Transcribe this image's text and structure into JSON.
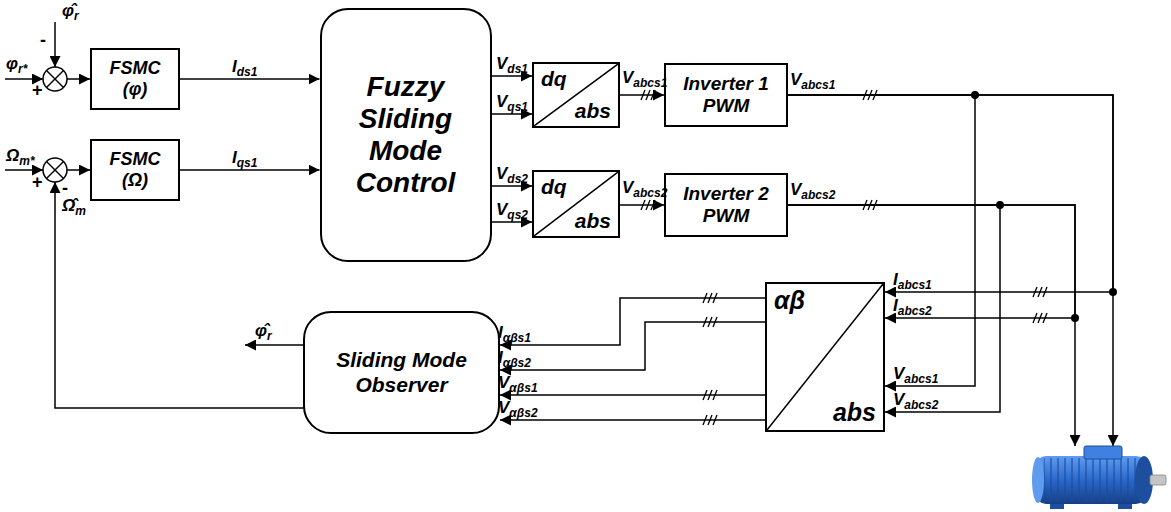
{
  "diagram": {
    "nodes": [
      {
        "text": [
          "FSMC (φ)"
        ]
      },
      {
        "text": [
          "FSMC (Ω)"
        ]
      },
      {
        "text": [
          "Fuzzy Sliding Mode Control"
        ]
      },
      {
        "text": [
          "dq",
          "abs"
        ]
      },
      {
        "text": [
          "dq",
          "abs"
        ]
      },
      {
        "text": [
          "Inverter 1 PWM"
        ]
      },
      {
        "text": [
          "Inverter 2 PWM"
        ]
      },
      {
        "text": [
          "αβ",
          "abs"
        ]
      },
      {
        "text": [
          "Sliding Mode Observer"
        ]
      }
    ],
    "edges": [
      {
        "from": 0,
        "to": 2,
        "arrow": "to",
        "label": "Ids1"
      },
      {
        "from": 1,
        "to": 2,
        "arrow": "to",
        "label": "Iqs1"
      },
      {
        "from": 2,
        "to": 3,
        "arrow": "to",
        "label": "Vds1"
      },
      {
        "from": 2,
        "to": 3,
        "arrow": "to",
        "label": "Vqs1"
      },
      {
        "from": 2,
        "to": 4,
        "arrow": "to",
        "label": "Vds2"
      },
      {
        "from": 2,
        "to": 4,
        "arrow": "to",
        "label": "Vqs2"
      },
      {
        "from": 3,
        "to": 5,
        "arrow": "to",
        "label": "Vabcs1"
      },
      {
        "from": 4,
        "to": 6,
        "arrow": "to",
        "label": "Vabcs2"
      },
      {
        "from": 5,
        "to": 7,
        "arrow": "to",
        "label": "Iabcs1"
      },
      {
        "from": 6,
        "to": 7,
        "arrow": "to",
        "label": "Iabcs2"
      },
      {
        "from": 5,
        "to": 7,
        "arrow": "to",
        "label": "Vabcs1"
      },
      {
        "from": 6,
        "to": 7,
        "arrow": "to",
        "label": "Vabcs2"
      },
      {
        "from": 7,
        "to": 8,
        "arrow": "to",
        "label": "Iαβs1"
      },
      {
        "from": 7,
        "to": 8,
        "arrow": "to",
        "label": "Iαβs2"
      },
      {
        "from": 7,
        "to": 8,
        "arrow": "to",
        "label": "Vαβs1"
      },
      {
        "from": 7,
        "to": 8,
        "arrow": "to",
        "label": "Vαβs2"
      }
    ],
    "labels": [
      "φ̂r",
      "-",
      "φr*",
      "+",
      "Ωm*",
      "+",
      "-",
      "Ω̂m",
      "Vabcs1",
      "Vabcs2",
      "φ̂r"
    ]
  }
}
